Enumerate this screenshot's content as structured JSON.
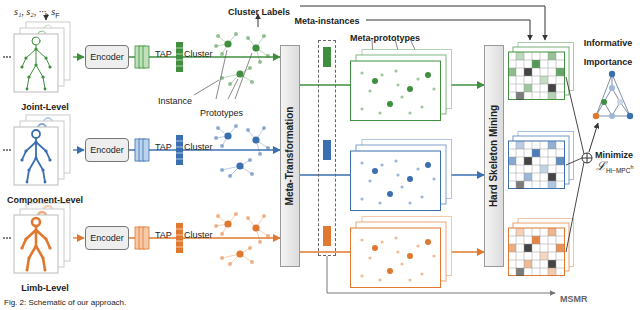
{
  "diagram": {
    "caption": "Fig. 2: Schematic of our approach.",
    "nodes": [
      {
        "text": [
          "Encoder"
        ]
      },
      {
        "text": [
          "Encoder"
        ]
      },
      {
        "text": [
          "Encoder"
        ]
      },
      {
        "text": [
          "Meta-Transformation"
        ]
      },
      {
        "text": [
          "Meta-instances"
        ]
      },
      {
        "text": [
          "Hard Skeleton Mining"
        ]
      }
    ],
    "edges": [
      {
        "from": 0,
        "to": 3,
        "arrow": "to"
      },
      {
        "from": 1,
        "to": 3,
        "arrow": "to"
      },
      {
        "from": 2,
        "to": 3,
        "arrow": "to"
      },
      {
        "from": 3,
        "to": 5,
        "arrow": "to"
      },
      {
        "from": 3,
        "to": 5,
        "arrow": "to"
      },
      {
        "from": 3,
        "to": 5,
        "arrow": "to"
      }
    ],
    "labels": [
      "s₁, s₂, ···, s",
      "F",
      "Cluster Labels",
      "Meta-prototypes",
      "Joint-Level",
      "TAP",
      "Cluster",
      "Instance",
      "Prototypes",
      "Component-Level",
      "TAP",
      "Cluster",
      "Limb-Level",
      "TAP",
      "Cluster",
      "Informative Importance",
      "Minimize",
      "ℒ",
      "Hi−MPC",
      "h",
      "MSMR"
    ]
  }
}
